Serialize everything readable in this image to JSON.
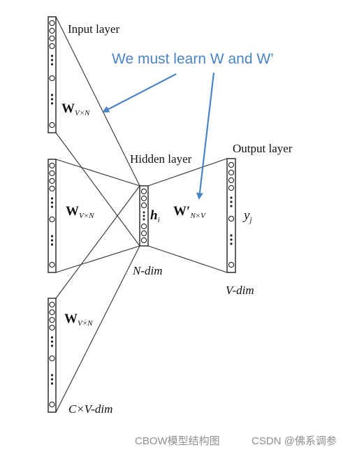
{
  "labels": {
    "input_layer": "Input layer",
    "hidden_layer": "Hidden layer",
    "output_layer": "Output layer",
    "annotation": "We must learn W and W’",
    "w_symbol": "W",
    "w_sub": "V×N",
    "w_prime_symbol": "W′",
    "w_prime_sub": "N×V",
    "h_symbol": "h",
    "h_sub": "i",
    "y_symbol": "y",
    "y_sub": "j",
    "n_dim": "N-dim",
    "v_dim": "V-dim",
    "cv_dim": "C×V-dim"
  },
  "caption": {
    "title": "CBOW模型结构图",
    "source": "CSDN @佛系调参"
  },
  "colors": {
    "annotation": "#4b84c4",
    "lines": "#333333",
    "caption": "#8f8f8f"
  }
}
